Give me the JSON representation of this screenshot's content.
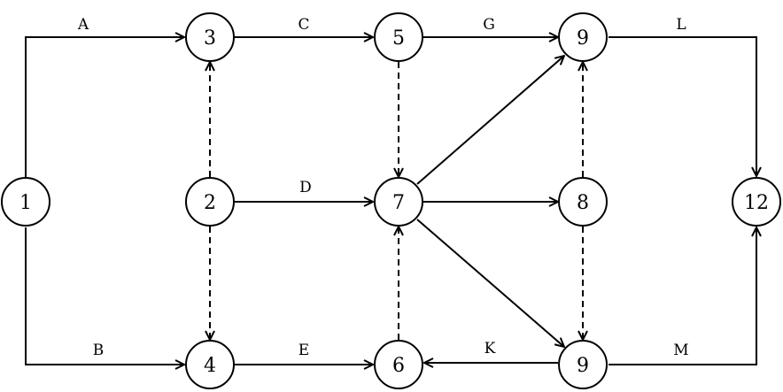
{
  "nodes": {
    "n1": "1",
    "n2": "2",
    "n3": "3",
    "n4": "4",
    "n5": "5",
    "n6": "6",
    "n7": "7",
    "n8": "8",
    "n9_top": "9",
    "n9_bottom": "9",
    "n12": "12"
  },
  "edges": [
    {
      "from": "1",
      "to": "3",
      "label": "A",
      "style": "solid"
    },
    {
      "from": "1",
      "to": "4",
      "label": "B",
      "style": "solid"
    },
    {
      "from": "3",
      "to": "5",
      "label": "C",
      "style": "solid"
    },
    {
      "from": "5",
      "to": "9 (top)",
      "label": "G",
      "style": "solid"
    },
    {
      "from": "9 (top)",
      "to": "12",
      "label": "L",
      "style": "solid"
    },
    {
      "from": "2",
      "to": "7",
      "label": "D",
      "style": "solid"
    },
    {
      "from": "7",
      "to": "8",
      "label": "",
      "style": "solid"
    },
    {
      "from": "7",
      "to": "9 (top)",
      "label": "",
      "style": "solid"
    },
    {
      "from": "7",
      "to": "9 (bottom)",
      "label": "",
      "style": "solid"
    },
    {
      "from": "4",
      "to": "6",
      "label": "E",
      "style": "solid"
    },
    {
      "from": "9 (bottom)",
      "to": "6",
      "label": "K",
      "style": "solid"
    },
    {
      "from": "9 (bottom)",
      "to": "12",
      "label": "M",
      "style": "solid"
    },
    {
      "from": "2",
      "to": "3",
      "label": "",
      "style": "dashed"
    },
    {
      "from": "2",
      "to": "4",
      "label": "",
      "style": "dashed"
    },
    {
      "from": "5",
      "to": "7",
      "label": "",
      "style": "dashed"
    },
    {
      "from": "6",
      "to": "7",
      "label": "",
      "style": "dashed"
    },
    {
      "from": "8",
      "to": "9 (top)",
      "label": "",
      "style": "dashed"
    },
    {
      "from": "8",
      "to": "9 (bottom)",
      "label": "",
      "style": "dashed"
    }
  ],
  "labels": {
    "A": "A",
    "B": "B",
    "C": "C",
    "D": "D",
    "E": "E",
    "G": "G",
    "K": "K",
    "L": "L",
    "M": "M"
  },
  "colors": {
    "stroke": "#000000",
    "background": "#ffffff"
  }
}
